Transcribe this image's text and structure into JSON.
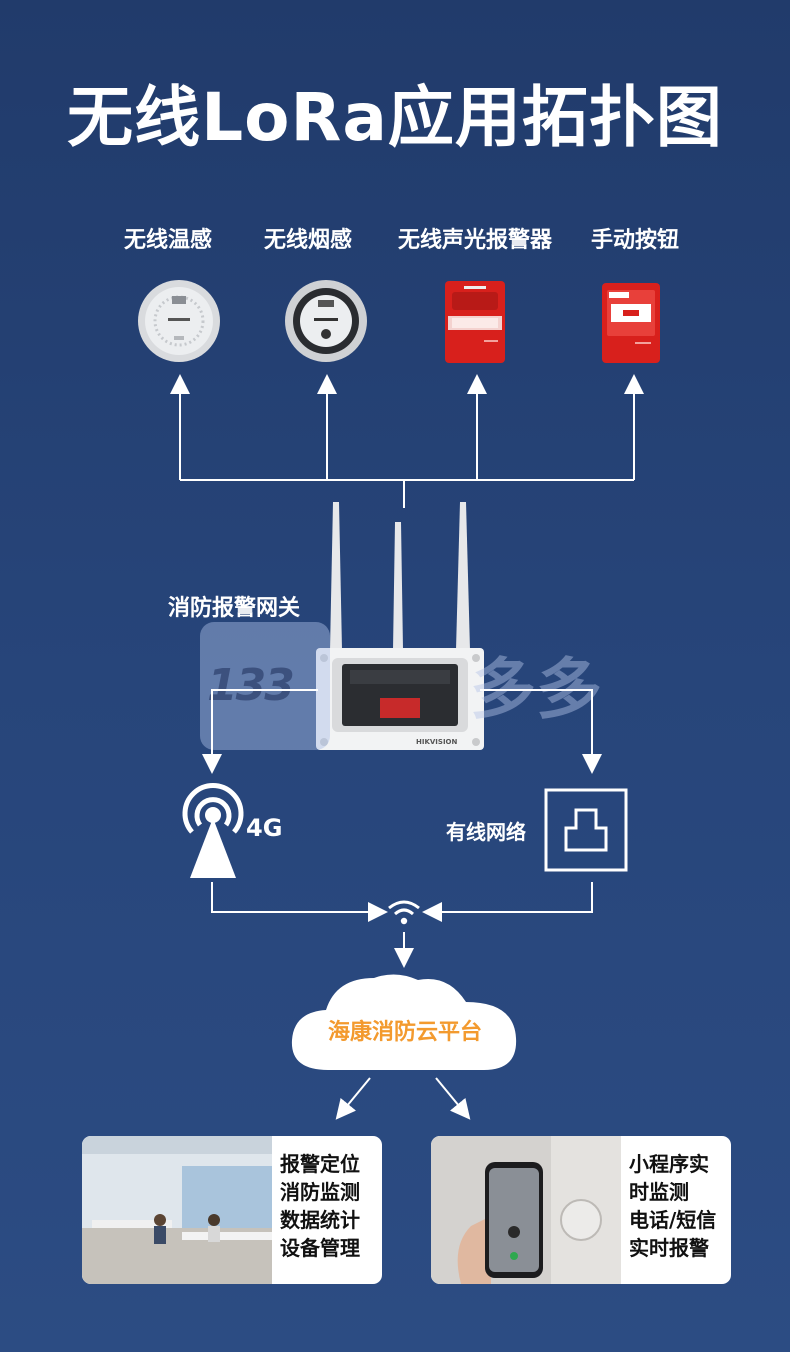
{
  "title": "无线LoRa应用拓扑图",
  "devices": [
    {
      "label": "无线温感",
      "icon": "heat-detector-icon"
    },
    {
      "label": "无线烟感",
      "icon": "smoke-detector-icon"
    },
    {
      "label": "无线声光报警器",
      "icon": "sound-light-alarm-icon"
    },
    {
      "label": "手动按钮",
      "icon": "manual-call-point-icon"
    }
  ],
  "gateway": {
    "label": "消防报警网关",
    "brand": "HIKVISION"
  },
  "network": {
    "cellular": "4G",
    "wired": "有线网络"
  },
  "cloud": {
    "label": "海康消防云平台"
  },
  "cards": [
    {
      "lines": [
        "报警定位",
        "消防监测",
        "数据统计",
        "设备管理"
      ]
    },
    {
      "lines": [
        "小程序实",
        "时监测",
        "电话/短信",
        "实时报警"
      ]
    }
  ],
  "watermark": {
    "box_text": "133",
    "side_text": "多多"
  },
  "colors": {
    "background_top": "#213b6b",
    "background_bottom": "#2c4c83",
    "cloud_text": "#f39a2e",
    "alarm_red": "#d8201c"
  }
}
